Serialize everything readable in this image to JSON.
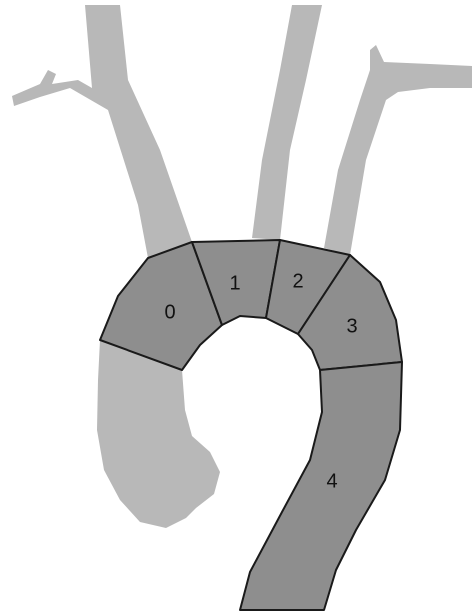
{
  "colors": {
    "vessel": "#b8b8b8",
    "zone": "#8e8e8e",
    "outline": "#1a1a1a",
    "background": "#ffffff"
  },
  "zones": [
    {
      "id": "zone-0",
      "label": "0"
    },
    {
      "id": "zone-1",
      "label": "1"
    },
    {
      "id": "zone-2",
      "label": "2"
    },
    {
      "id": "zone-3",
      "label": "3"
    },
    {
      "id": "zone-4",
      "label": "4"
    }
  ]
}
